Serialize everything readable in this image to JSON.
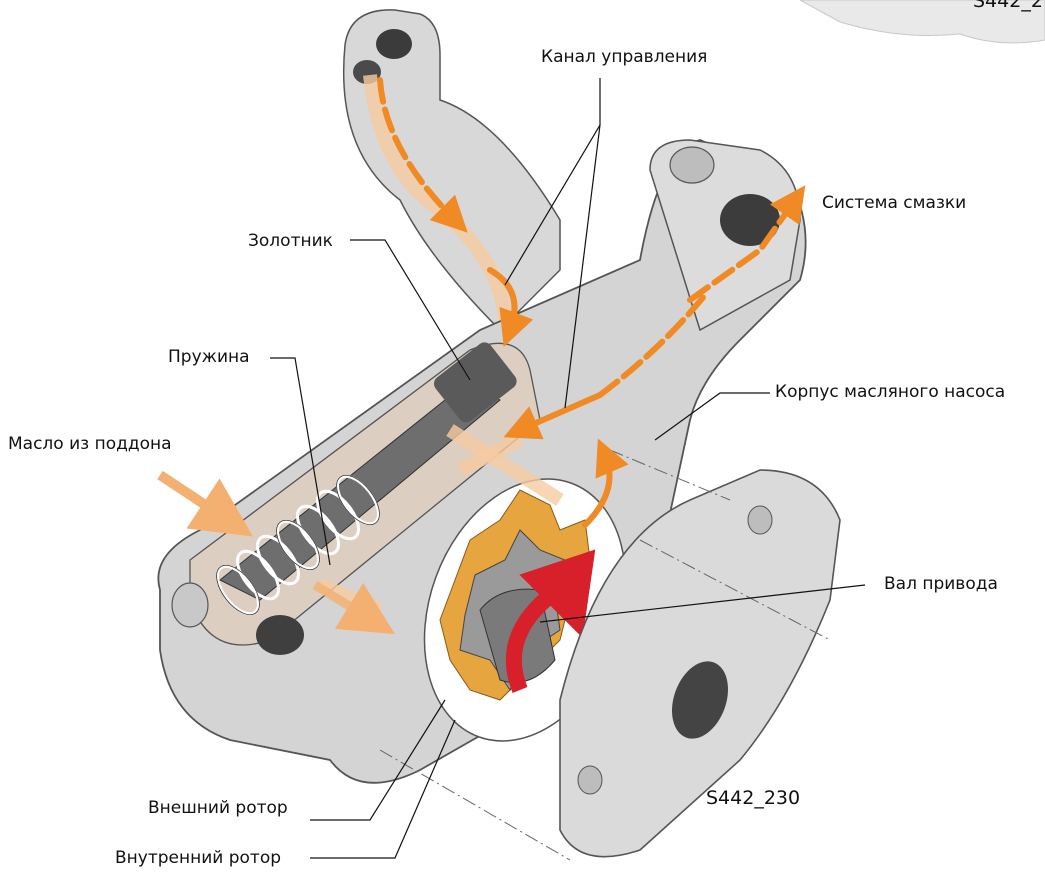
{
  "figure": {
    "id": "S442_230",
    "id_corner_partial": "S442_2"
  },
  "labels": {
    "control_channel": "Канал управления",
    "lubrication_system": "Система смазки",
    "spool": "Золотник",
    "spring": "Пружина",
    "pump_housing": "Корпус масляного насоса",
    "oil_from_sump": "Масло из поддона",
    "drive_shaft": "Вал привода",
    "outer_rotor": "Внешний ротор",
    "inner_rotor": "Внутренний ротор"
  },
  "colors": {
    "housing": "#d6d6d6",
    "housing_edge": "#5a5a5a",
    "oil_flow": "#f08a24",
    "oil_flow_light": "#f6caa0",
    "rotor": "#e7a540",
    "shaft_arrow": "#d8202a"
  }
}
